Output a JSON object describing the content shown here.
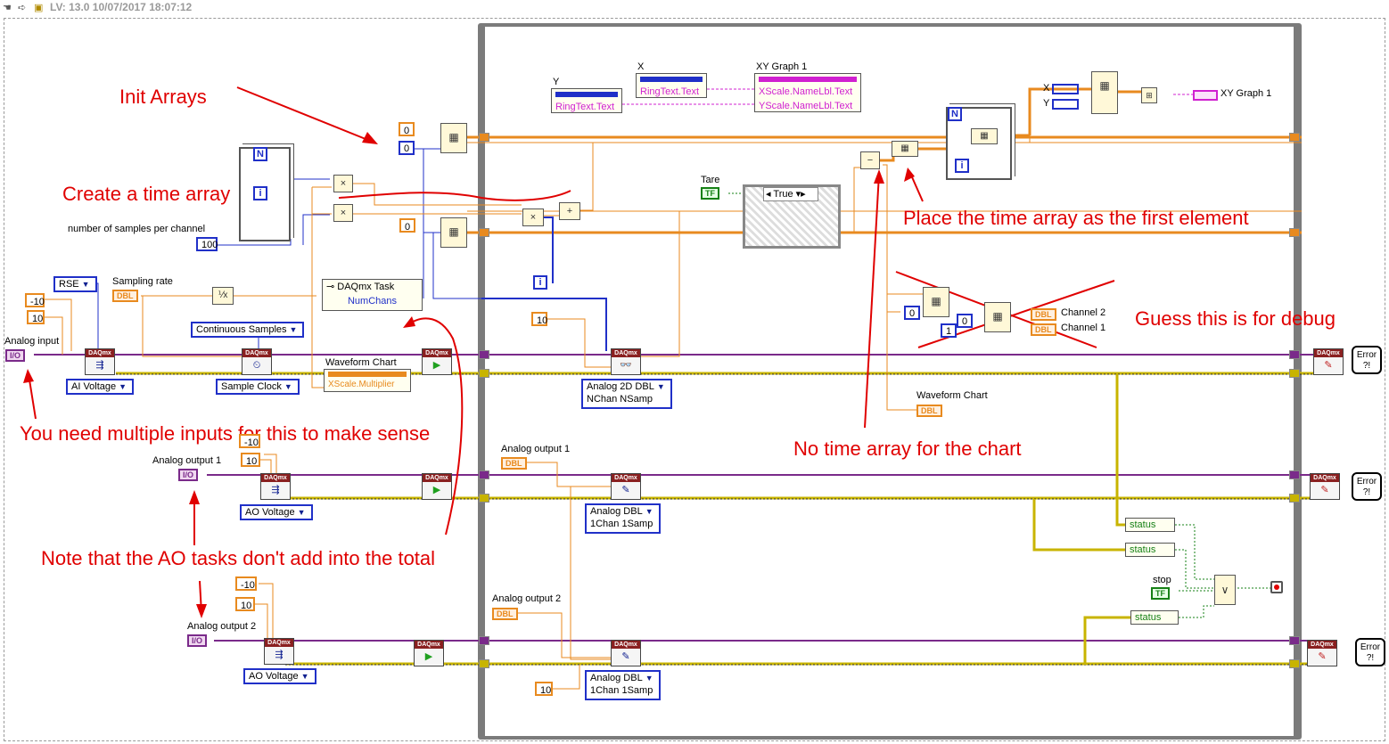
{
  "toolbar": {
    "version_text": "LV: 13.0 10/07/2017 18:07:12"
  },
  "annotations": {
    "init_arrays": "Init Arrays",
    "create_time_array": "Create a time array",
    "place_time_array": "Place the time array as the first element",
    "guess_debug": "Guess this is for debug",
    "multiple_inputs": "You need multiple inputs for this to make sense",
    "no_time_array": "No time array for the chart",
    "ao_tasks_note": "Note that the AO tasks don't add into the total"
  },
  "labels": {
    "y": "Y",
    "x": "X",
    "xy_graph": "XY Graph 1",
    "xy_graph_terminal": "XY Graph 1",
    "tare": "Tare",
    "true_case": "True",
    "number_of_samples": "number of samples per channel",
    "sampling_rate": "Sampling rate",
    "analog_input": "Analog input",
    "waveform_chart": "Waveform Chart",
    "waveform_chart_2": "Waveform Chart",
    "analog_output_1": "Analog output 1",
    "analog_output_1_inner": "Analog output 1",
    "analog_output_2": "Analog output 2",
    "analog_output_2_inner": "Analog output 2",
    "channel_2": "Channel 2",
    "channel_1": "Channel 1",
    "stop": "stop",
    "x_port": "X",
    "y_port": "Y"
  },
  "property_nodes": {
    "y_ring": "RingText.Text",
    "x_ring": "RingText.Text",
    "xscale_name": "XScale.NameLbl.Text",
    "yscale_name": "YScale.NameLbl.Text",
    "daqmx_task": "DAQmx Task",
    "numchans": "NumChans",
    "xscale_multiplier": "XScale.Multiplier"
  },
  "constants": {
    "c0a": "0",
    "c0b": "0",
    "c0c": "0",
    "c100": "100",
    "c_neg10": "-10",
    "c10": "10",
    "c10_read": "10",
    "c_neg10_ao1": "-10",
    "c10_ao1": "10",
    "c_neg10_ao2": "-10",
    "c10_ao2": "10",
    "c10_ao2_bottom": "10",
    "c0_debug": "0",
    "c0_debug2": "0",
    "c1_debug": "1",
    "i_terminal": "i",
    "i_terminal_2": "i",
    "n_terminal": "N",
    "n_terminal_2": "N"
  },
  "rings": {
    "rse": "RSE",
    "ai_voltage": "AI Voltage",
    "continuous_samples": "Continuous Samples",
    "sample_clock": "Sample Clock",
    "analog_2d": "Analog 2D DBL",
    "analog_2d_sub": "NChan NSamp",
    "ao_voltage_1": "AO Voltage",
    "analog_dbl_1": "Analog DBL",
    "analog_dbl_1_sub": "1Chan 1Samp",
    "ao_voltage_2": "AO Voltage",
    "analog_dbl_2": "Analog DBL",
    "analog_dbl_2_sub": "1Chan 1Samp"
  },
  "terminals": {
    "io_tag": "I/O",
    "dbl_tag": "DBL",
    "tf_tag": "TF",
    "status": "status",
    "error_label": "Error ?!",
    "daqmx_tag": "DAQmx"
  },
  "colors": {
    "loop_frame": "#7b7b7b",
    "annotation": "#e00000",
    "orange_wire": "#e88a1f",
    "blue_wire": "#2030c8",
    "pink_wire": "#d020d0",
    "purple_wire": "#7a2a8a",
    "error_wire": "#c8b400",
    "green_wire": "#168016"
  }
}
